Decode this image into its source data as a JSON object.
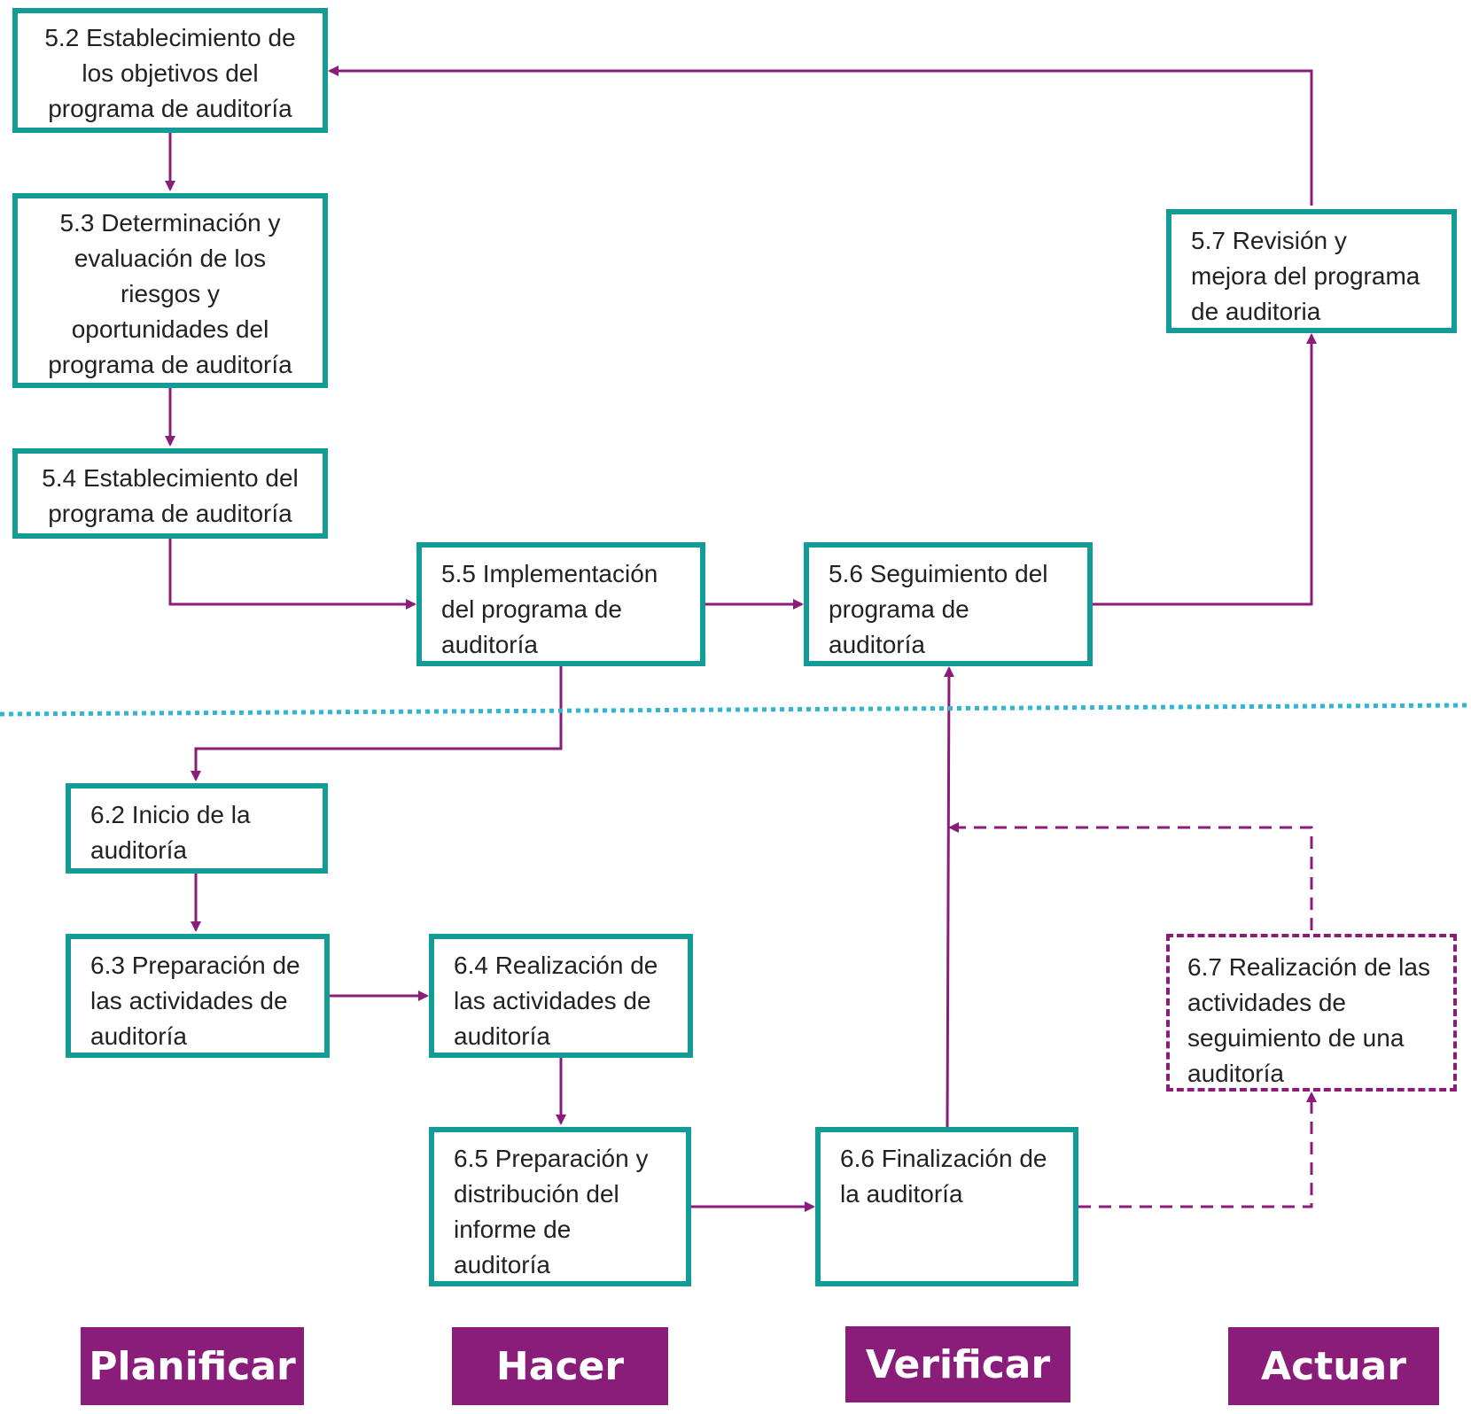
{
  "nodes": {
    "n52": "5.2 Establecimiento de\nlos objetivos del\nprograma de auditoría",
    "n53": "5.3 Determinación y\nevaluación de los\nriesgos y\noportunidades del\nprograma de auditoría",
    "n54": "5.4 Establecimiento del\nprograma de auditoría",
    "n55": "5.5 Implementación\ndel programa de\nauditoría",
    "n56": "5.6 Seguimiento del\nprograma de\nauditoría",
    "n57": "5.7 Revisión y\nmejora del programa\nde auditoria",
    "n62": "6.2 Inicio de la\nauditoría",
    "n63": "6.3 Preparación de\nlas actividades de\nauditoría",
    "n64": "6.4 Realización de\nlas actividades de\nauditoría",
    "n65": "6.5 Preparación y\ndistribución del\ninforme de\nauditoría",
    "n66": "6.6 Finalización de\nla auditoría",
    "n67": "6.7 Realización de las\nactividades de\nseguimiento de una\nauditoría"
  },
  "phases": {
    "planificar": "Planificar",
    "hacer": "Hacer",
    "verificar": "Verificar",
    "actuar": "Actuar"
  },
  "colors": {
    "box_border": "#139b96",
    "connector": "#8a1d7a",
    "phase_bg": "#8a1d7a",
    "divider": "#2fb6d0"
  }
}
